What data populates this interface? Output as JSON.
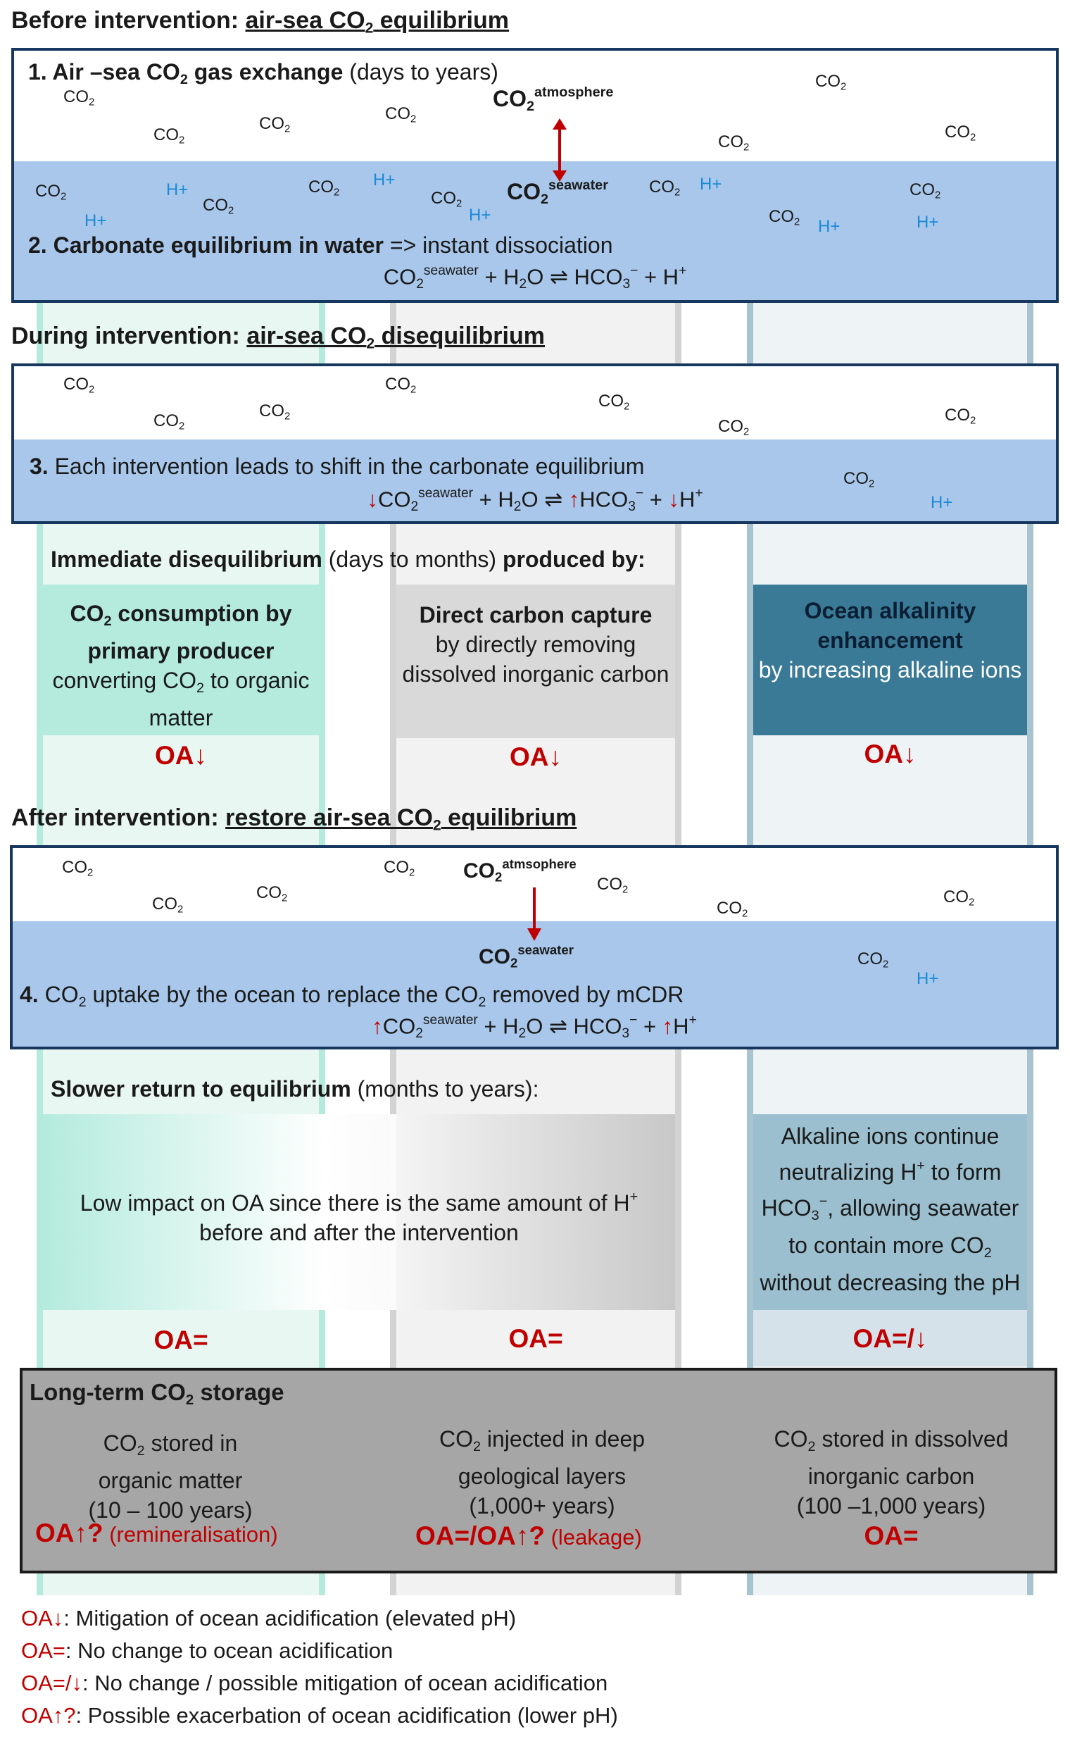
{
  "headings": {
    "before": {
      "prefix": "Before intervention: ",
      "u_pre": "air-sea CO",
      "u_sub": "2",
      "u_post": " equilibrium"
    },
    "during": {
      "prefix": "During  intervention: ",
      "u_pre": "air-sea CO",
      "u_sub": "2",
      "u_post": " disequilibrium"
    },
    "after": {
      "prefix": "After intervention: ",
      "u_pre": "restore air-sea CO",
      "u_sub": "2",
      "u_post": " equilibrium"
    }
  },
  "labels": {
    "co2": "CO",
    "sub2": "2",
    "hplus": "H+",
    "atmosphere": "atmosphere",
    "atmsophere": "atmsophere",
    "seawater": "seawater"
  },
  "panel1": {
    "step1_num": "1.",
    "step1_a": " Air –sea CO",
    "step1_b": " gas exchange",
    "step1_c": " (days to years)",
    "step2_num": "2.",
    "step2_a": " Carbonate equilibrium in water",
    "step2_b": " => instant dissociation",
    "eq": {
      "a": "CO",
      "b": "2",
      "c": "seawater",
      "d": " + H",
      "e": "2",
      "f": "O ⇌ HCO",
      "g": "3",
      "h": "−",
      "i": " + H",
      "j": "+"
    }
  },
  "panel2": {
    "step3_num": "3.",
    "step3_text": " Each intervention leads to shift in the carbonate equilibrium",
    "eq": {
      "arrow_down": "↓",
      "arrow_up": "↑",
      "a": "CO",
      "b": "2",
      "c": "seawater",
      "d": " + H",
      "e": "2",
      "f": "O ⇌ ",
      "g": "HCO",
      "h": "3",
      "i": "−",
      "j": " + ",
      "k": "H",
      "l": "+"
    }
  },
  "immediate": {
    "bold_a": "Immediate disequilibrium",
    "normal": " (days to months) ",
    "bold_b": "produced by:"
  },
  "boxes1": {
    "green": {
      "b1": "CO",
      "b1_sub": "2",
      "b2": " consumption by primary producer",
      "n1": "converting CO",
      "n1_sub": "2",
      "n2": " to organic matter"
    },
    "gray": {
      "b": "Direct carbon capture",
      "n": "by directly removing dissolved inorganic carbon"
    },
    "blue": {
      "b": "Ocean alkalinity enhancement",
      "n": "by increasing alkaline ions"
    }
  },
  "oa_labels": {
    "down": "OA↓",
    "equal": "OA=",
    "equal_down": "OA=/↓",
    "up_q": "OA↑?",
    "equal_up_q": "OA=/OA↑?"
  },
  "panel3": {
    "step4_num": "4.",
    "step4_a": " CO",
    "step4_b": " uptake by the ocean to replace the CO",
    "step4_c": " removed by mCDR",
    "eq": {
      "arrow_up": "↑",
      "a": "CO",
      "b": "2",
      "c": "seawater",
      "d": " + H",
      "e": "2",
      "f": "O ⇌  HCO",
      "g": "3",
      "h": "−",
      "i": " + ",
      "k": "H",
      "l": "+"
    }
  },
  "slower": {
    "bold": "Slower return to equilibrium",
    "normal": " (months to years):"
  },
  "boxes2": {
    "green_gray_a": "Low impact on OA since there is the same amount of  H",
    "green_gray_sup": "+",
    "green_gray_b": "before and after the intervention",
    "blue_a": "Alkaline ions continue neutralizing H",
    "blue_sup": "+",
    "blue_b": " to form HCO",
    "blue_sub": "3",
    "blue_sup2": "−",
    "blue_c": ", allowing seawater to contain more CO",
    "blue_sub2": "2",
    "blue_d": " without decreasing the pH"
  },
  "longterm": {
    "title_a": "Long-term CO",
    "title_sub": "2",
    "title_b": " storage",
    "c1_a": "CO",
    "c1_b": " stored in organic matter",
    "c1_c": "(10 – 100 years)",
    "c1_note": " (remineralisation)",
    "c2_a": "CO",
    "c2_b": " injected in deep geological layers",
    "c2_c": "(1,000+ years)",
    "c2_note": " (leakage)",
    "c3_a": "CO",
    "c3_b": " stored in dissolved inorganic carbon",
    "c3_c": "(100 –1,000 years)"
  },
  "legend": [
    {
      "key": "OA↓",
      "text": ": Mitigation of ocean acidification (elevated pH)"
    },
    {
      "key": "OA=",
      "text": ": No change to ocean acidification"
    },
    {
      "key": "OA=/↓",
      "text": ": No change / possible mitigation of ocean acidification"
    },
    {
      "key": "OA↑?",
      "text": ": Possible exacerbation of ocean acidification (lower pH)"
    }
  ],
  "colors": {
    "green_box": "#b4ebdd",
    "gray_box": "#d9d9d9",
    "blue_box": "#3a7a96",
    "sea": "#a8c7ea",
    "panel_border": "#17375e",
    "oa_red": "#c00000",
    "hplus_blue": "#1a8ad6"
  }
}
